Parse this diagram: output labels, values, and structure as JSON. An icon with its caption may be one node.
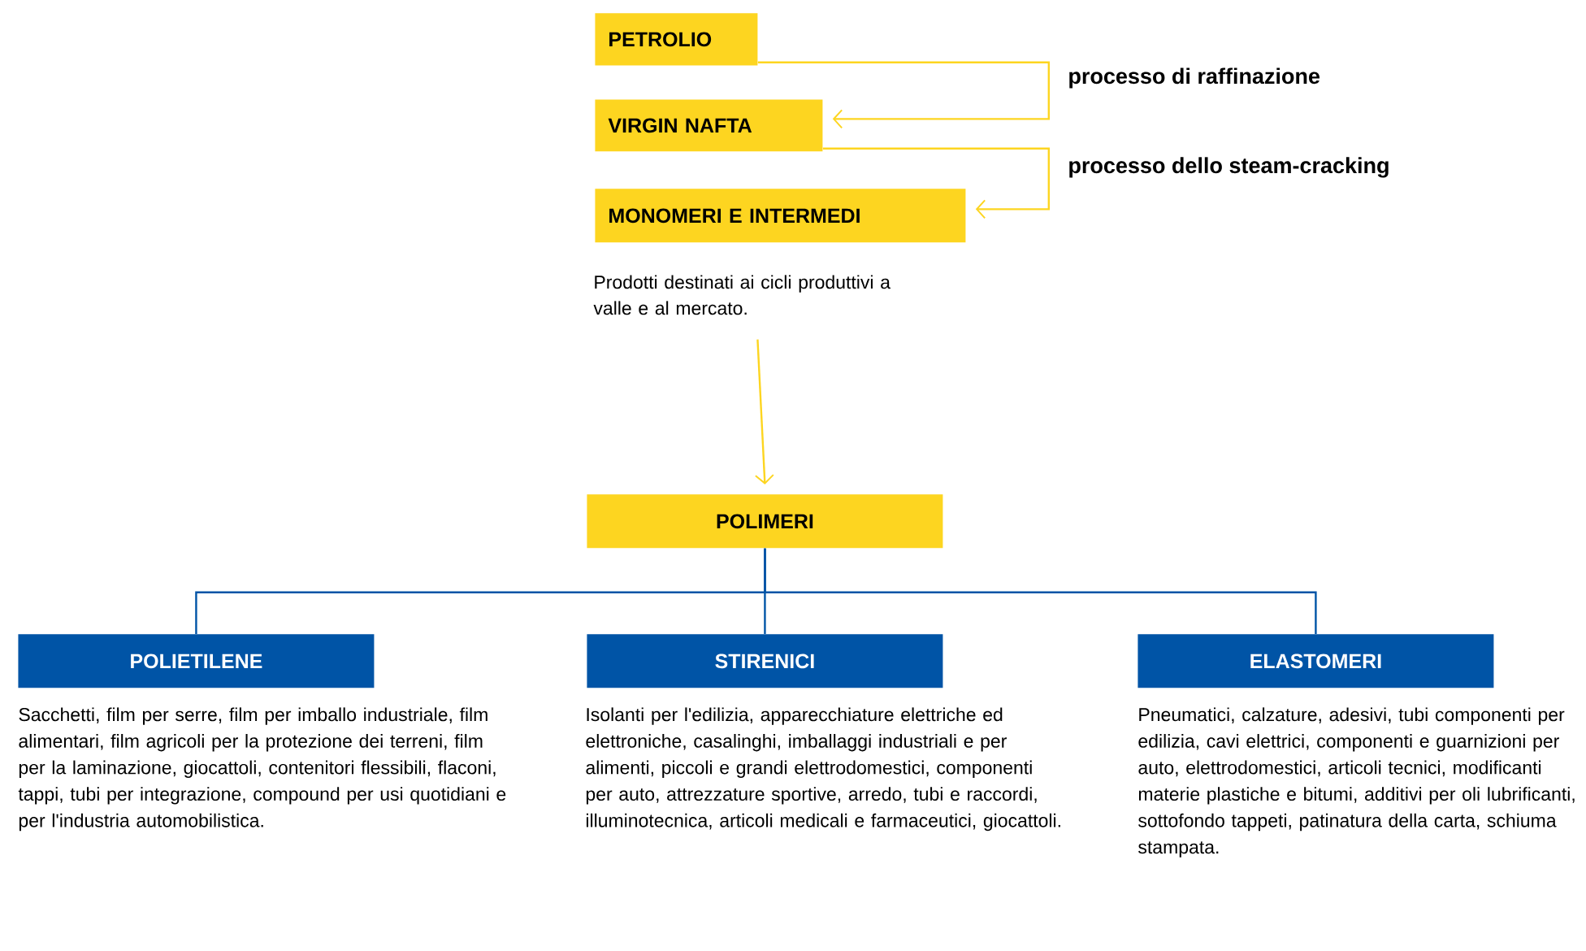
{
  "diagram": {
    "nodes": [
      {
        "text": [
          "PETROLIO"
        ]
      },
      {
        "text": [
          "VIRGIN NAFTA"
        ]
      },
      {
        "text": [
          "MONOMERI E INTERMEDI"
        ]
      },
      {
        "text": [
          "Prodotti destinati ai cicli produttivi a valle e al mercato."
        ]
      },
      {
        "text": [
          "POLIMERI"
        ]
      },
      {
        "text": [
          "POLIETILENE"
        ],
        "beside": [
          "Sacchetti, film per serre, film per imballo industriale, film alimentari, film agricoli per la protezione dei terreni, film per la laminazione, giocattoli, contenitori flessibili, flaconi, tappi, tubi per integrazione, compound per usi quotidiani e per l'industria automobilistica."
        ]
      },
      {
        "text": [
          "STIRENICI"
        ],
        "beside": [
          "Isolanti per l'edilizia, apparecchiature elettriche ed elettroniche, casalinghi, imballaggi industriali e per alimenti, piccoli e grandi elettrodomestici, componenti per auto, attrezzature sportive, arredo, tubi e raccordi, illuminotecnica, articoli medicali e farmaceutici, giocattoli."
        ]
      },
      {
        "text": [
          "ELASTOMERI"
        ],
        "beside": [
          "Pneumatici, calzature, adesivi, tubi componenti per edilizia, cavi elettrici, componenti e guarnizioni per auto, elettrodomestici, articoli tecnici, modificanti materie plastiche e bitumi, additivi per oli lubrificanti, sottofondo tappeti, patinatura della carta, schiuma stampata."
        ]
      }
    ],
    "edges": [
      {
        "from": 0,
        "to": 1,
        "arrow": "to",
        "label": "processo di raffinazione",
        "color": "#fdd520"
      },
      {
        "from": 1,
        "to": 2,
        "arrow": "to",
        "label": "processo dello steam-cracking",
        "color": "#fdd520"
      },
      {
        "from": 3,
        "to": 4,
        "arrow": "to",
        "color": "#fdd520"
      },
      {
        "from": 4,
        "to": 5,
        "arrow": "none",
        "color": "#0054a6"
      },
      {
        "from": 4,
        "to": 6,
        "arrow": "none",
        "color": "#0054a6"
      },
      {
        "from": 4,
        "to": 7,
        "arrow": "none",
        "color": "#0054a6"
      }
    ]
  }
}
